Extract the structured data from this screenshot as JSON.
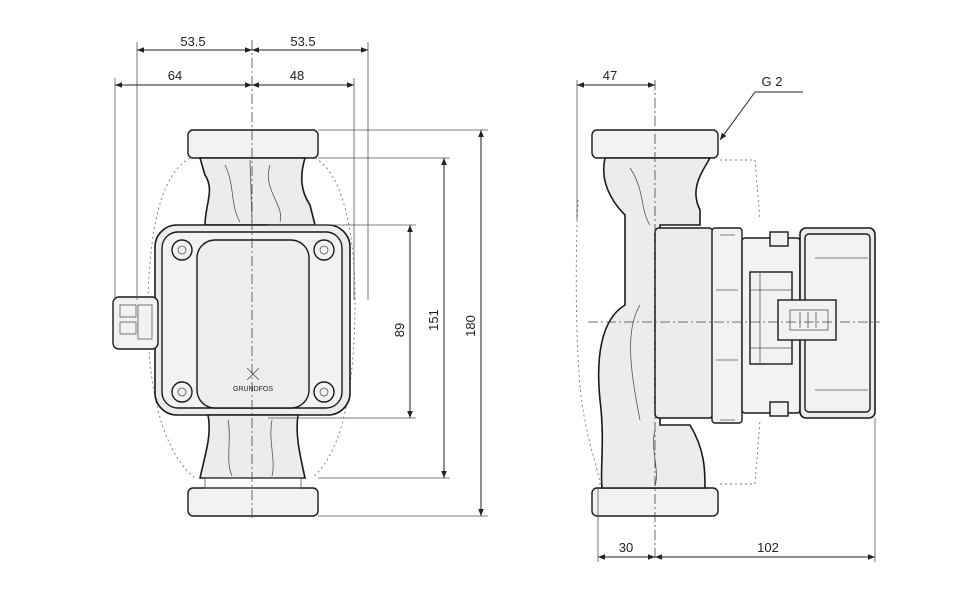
{
  "front_view": {
    "dims": {
      "top_left_half": "53.5",
      "top_right_half": "53.5",
      "second_left": "64",
      "second_right": "48",
      "height_89": "89",
      "height_151": "151",
      "height_180": "180"
    },
    "logo_text": "GRUNDFOS"
  },
  "side_view": {
    "dims": {
      "top_47": "47",
      "bottom_30": "30",
      "bottom_102": "102"
    },
    "thread_label": "G 2"
  }
}
